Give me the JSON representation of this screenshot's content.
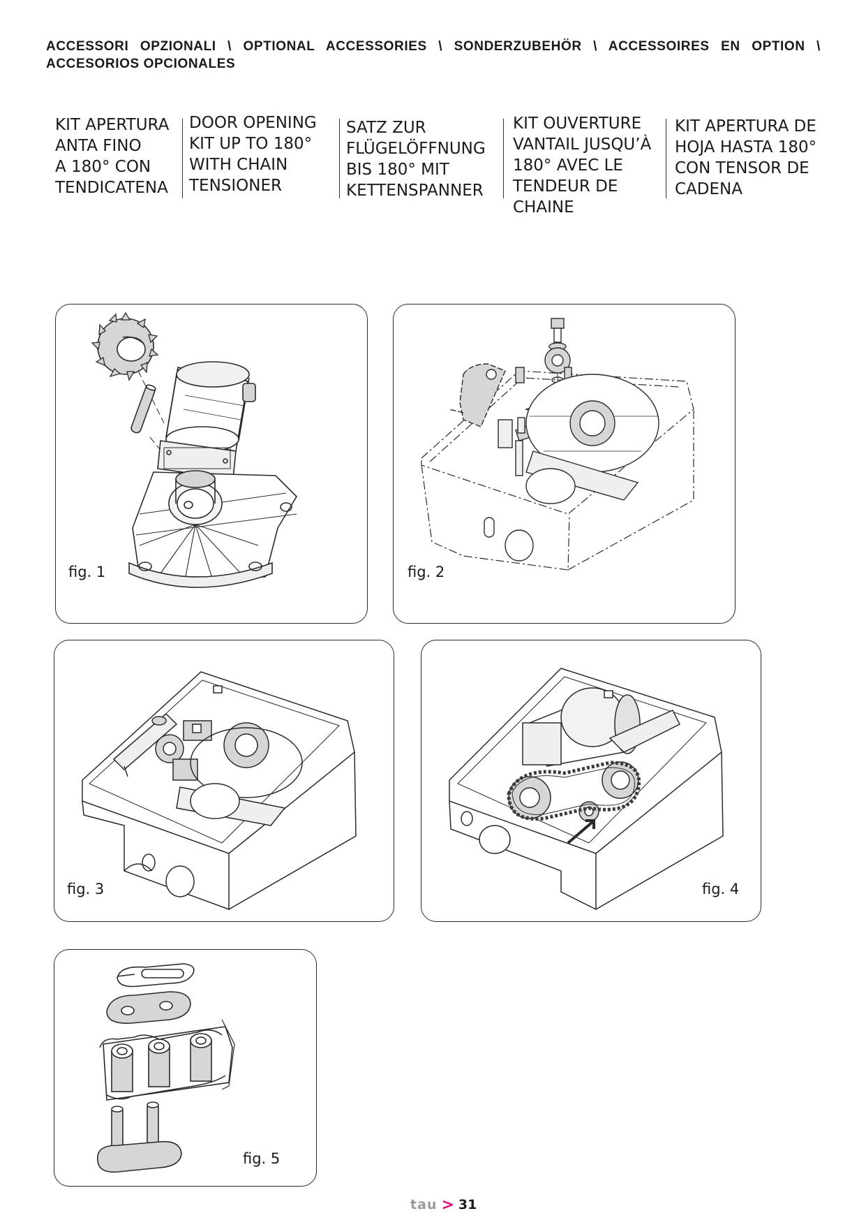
{
  "header": {
    "line1": "ACCESSORI OPZIONALI \\ OPTIONAL ACCESSORIES \\ SONDERZUBEHÖR \\ ACCESSOIRES EN OPTION \\",
    "line2": "ACCESORIOS OPCIONALES"
  },
  "titles": {
    "it": "KIT APERTURA\nANTA FINO\nA 180° CON\nTENDICATENA",
    "en": "DOOR OPENING\nKIT UP TO 180°\nWITH CHAIN\nTENSIONER",
    "de": "SATZ ZUR\nFLÜGELÖFFNUNG\nBIS 180° MIT\nKETTENSPANNER",
    "fr": "KIT OUVERTURE\nVANTAIL JUSQU’À\n180° AVEC LE\nTENDEUR DE\nCHAINE",
    "es": "KIT APERTURA DE\nHOJA HASTA 180°\nCON TENSOR DE\nCADENA"
  },
  "figures": {
    "fig1": "fig. 1",
    "fig2": "fig. 2",
    "fig3": "fig. 3",
    "fig4": "fig. 4",
    "fig5": "fig. 5"
  },
  "footer": {
    "brand": "tau",
    "page": "31"
  },
  "colors": {
    "accent": "#e0117a",
    "brand_gray": "#9a9a9a",
    "line": "#2a2a2a",
    "part_fill": "#d6d6d6"
  }
}
